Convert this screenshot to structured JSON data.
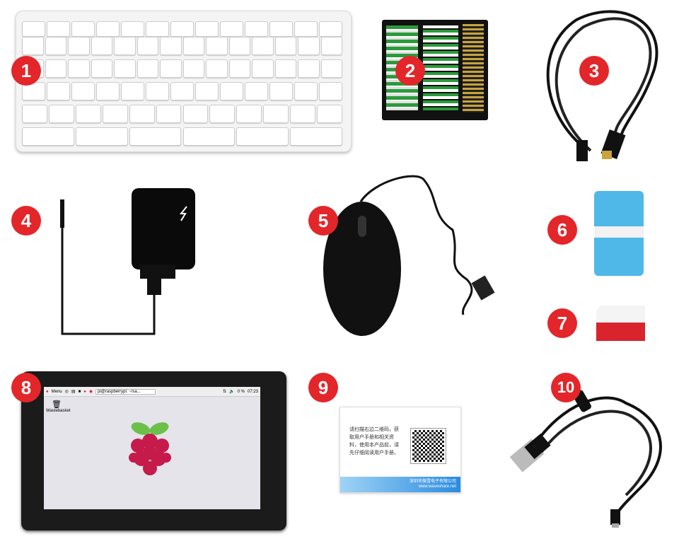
{
  "labels": [
    "1",
    "2",
    "3",
    "4",
    "5",
    "6",
    "7",
    "8",
    "9",
    "10"
  ],
  "display": {
    "taskbar": {
      "menu": "Menu",
      "terminal": "pi@raspberrypi: ~/sa...",
      "battery": "0 %",
      "clock": "07:23"
    },
    "desktop_icon": "Wastebasket"
  },
  "card": {
    "text": "请扫描右边二维码，获取用户手册和相关资料，使用本产品前，请先仔细阅读用户手册。",
    "company": "深圳市微雪电子有限公司",
    "url": "www.waveshare.net"
  },
  "colors": {
    "badge": "#e3262a",
    "sd_blue": "#4fb8e8",
    "micro_sd_red": "#d9232d"
  }
}
